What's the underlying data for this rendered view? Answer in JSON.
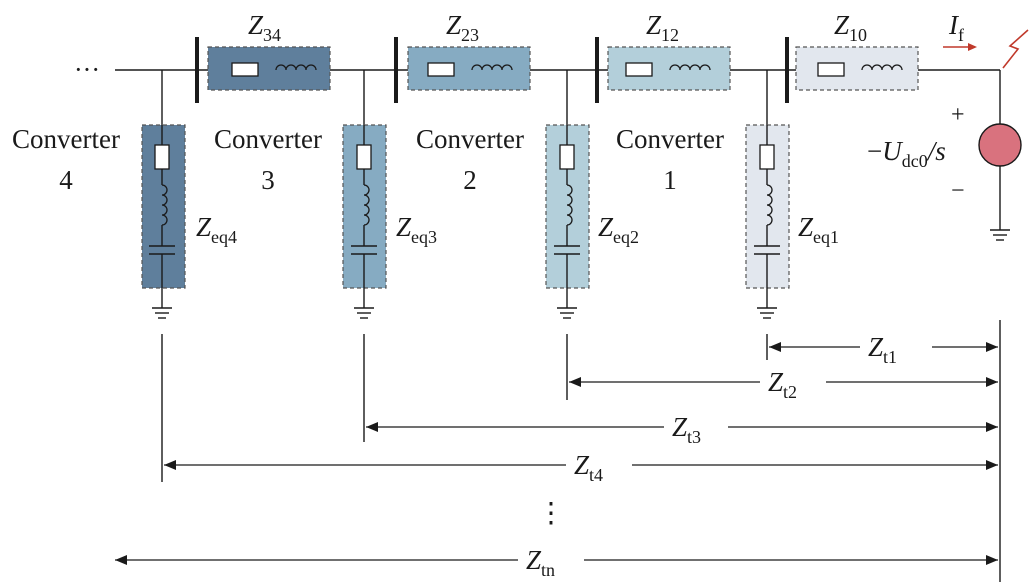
{
  "line_impedances": [
    {
      "name": "Z",
      "sub": "34",
      "color": "#5f7f9c"
    },
    {
      "name": "Z",
      "sub": "23",
      "color": "#86abc2"
    },
    {
      "name": "Z",
      "sub": "12",
      "color": "#b3cfda"
    },
    {
      "name": "Z",
      "sub": "10",
      "color": "#e2e7ee"
    }
  ],
  "converters": [
    {
      "label": "Converter",
      "number": "4",
      "eq_name": "Z",
      "eq_sub": "eq4",
      "color": "#5f7f9c"
    },
    {
      "label": "Converter",
      "number": "3",
      "eq_name": "Z",
      "eq_sub": "eq3",
      "color": "#86abc2"
    },
    {
      "label": "Converter",
      "number": "2",
      "eq_name": "Z",
      "eq_sub": "eq2",
      "color": "#b3cfda"
    },
    {
      "label": "Converter",
      "number": "1",
      "eq_name": "Z",
      "eq_sub": "eq1",
      "color": "#e2e7ee"
    }
  ],
  "left_dots": "···",
  "vertical_dots": "⋮",
  "fault_current": {
    "name": "I",
    "sub": "f",
    "color": "#c0392b"
  },
  "source": {
    "plus": "+",
    "minus": "−",
    "prefix": "−",
    "name": "U",
    "sub": "dc0",
    "suffix": "/s",
    "color": "#d9727e"
  },
  "total_impedances": [
    {
      "name": "Z",
      "sub": "t1"
    },
    {
      "name": "Z",
      "sub": "t2"
    },
    {
      "name": "Z",
      "sub": "t3"
    },
    {
      "name": "Z",
      "sub": "t4"
    },
    {
      "name": "Z",
      "sub": "tn"
    }
  ]
}
